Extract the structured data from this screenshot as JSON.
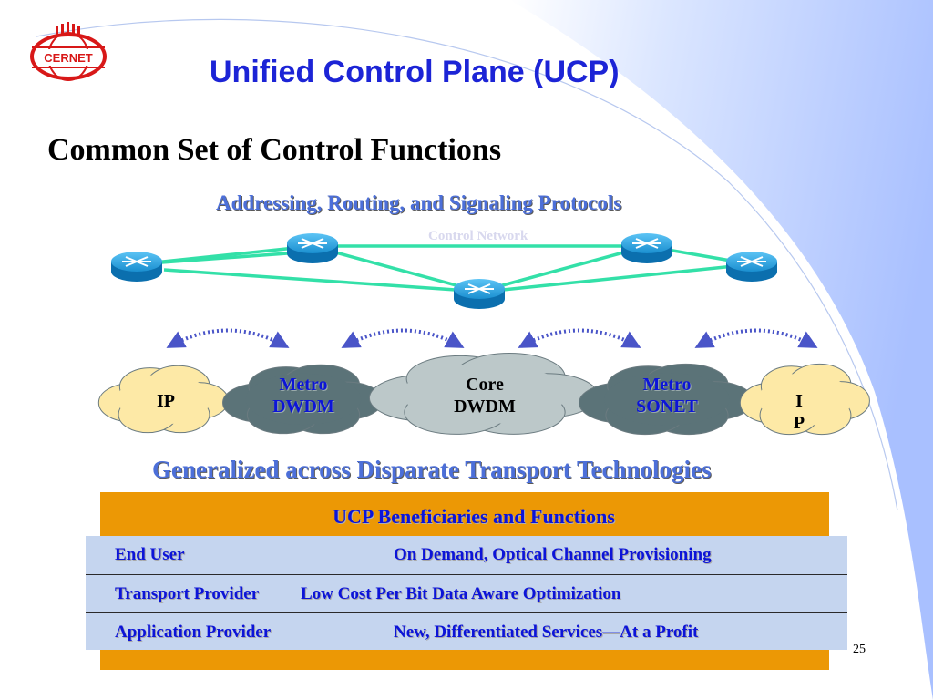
{
  "slide": {
    "title": "Unified Control Plane (UCP)",
    "heading": "Common Set of Control Functions",
    "protocols_label": "Addressing, Routing, and Signaling Protocols",
    "control_network_label": "Control Network",
    "generalized_label": "Generalized across Disparate Transport Technologies",
    "page_number": "25"
  },
  "logo": {
    "text": "CERNET",
    "color": "#d81818"
  },
  "diagram": {
    "networks": [
      {
        "line1": "IP",
        "line2": "",
        "fill": "#fde9a6"
      },
      {
        "line1": "Metro",
        "line2": "DWDM",
        "fill": "#5b7378"
      },
      {
        "line1": "Core",
        "line2": "DWDM",
        "fill": "#bcc8c9"
      },
      {
        "line1": "Metro",
        "line2": "SONET",
        "fill": "#5b7378"
      },
      {
        "line1": "I",
        "line2": "P",
        "fill": "#fde9a6"
      }
    ],
    "router_icon": "router-icon",
    "link_color": "#33e0a8",
    "router_color": "#1a8fd0"
  },
  "table": {
    "title": "UCP Beneficiaries and Functions",
    "rows": [
      {
        "role": "End User",
        "function": "On Demand, Optical Channel Provisioning"
      },
      {
        "role": "Transport Provider",
        "function": "Low Cost Per Bit Data Aware Optimization"
      },
      {
        "role": "Application Provider",
        "function": "New, Differentiated Services—At a Profit"
      }
    ],
    "header_color": "#ec9805",
    "row_color": "#c5d5ef"
  }
}
